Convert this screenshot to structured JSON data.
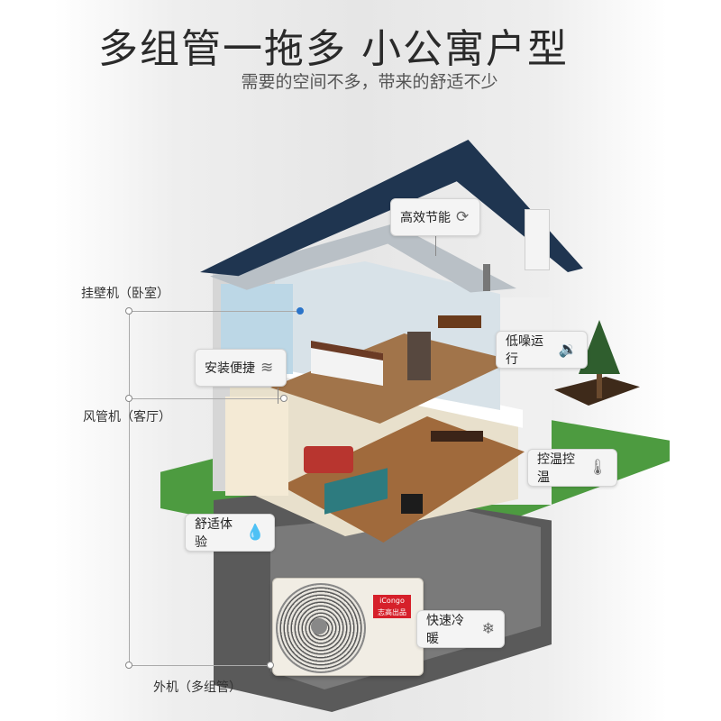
{
  "header": {
    "title": "多组管一拖多 小公寓户型",
    "subtitle": "需要的空间不多，带来的舒适不少"
  },
  "side_labels": {
    "wall_unit": "挂壁机（卧室）",
    "duct_unit": "风管机（客厅）",
    "outdoor_unit": "外机（多组管）"
  },
  "features": [
    {
      "label": "高效节能",
      "icon": "energy-cycle-icon",
      "glyph": "⟳"
    },
    {
      "label": "低噪运行",
      "icon": "speaker-icon",
      "glyph": "🔉"
    },
    {
      "label": "安装便捷",
      "icon": "airflow-icon",
      "glyph": "≋"
    },
    {
      "label": "控温控温",
      "icon": "thermometer-icon",
      "glyph": "🌡"
    },
    {
      "label": "舒适体验",
      "icon": "water-drop-icon",
      "glyph": "💧"
    },
    {
      "label": "快速冷暖",
      "icon": "snowflake-icon",
      "glyph": "❄"
    }
  ],
  "outdoor_brand": {
    "brand": "iCongo",
    "badge": "志高出品"
  }
}
